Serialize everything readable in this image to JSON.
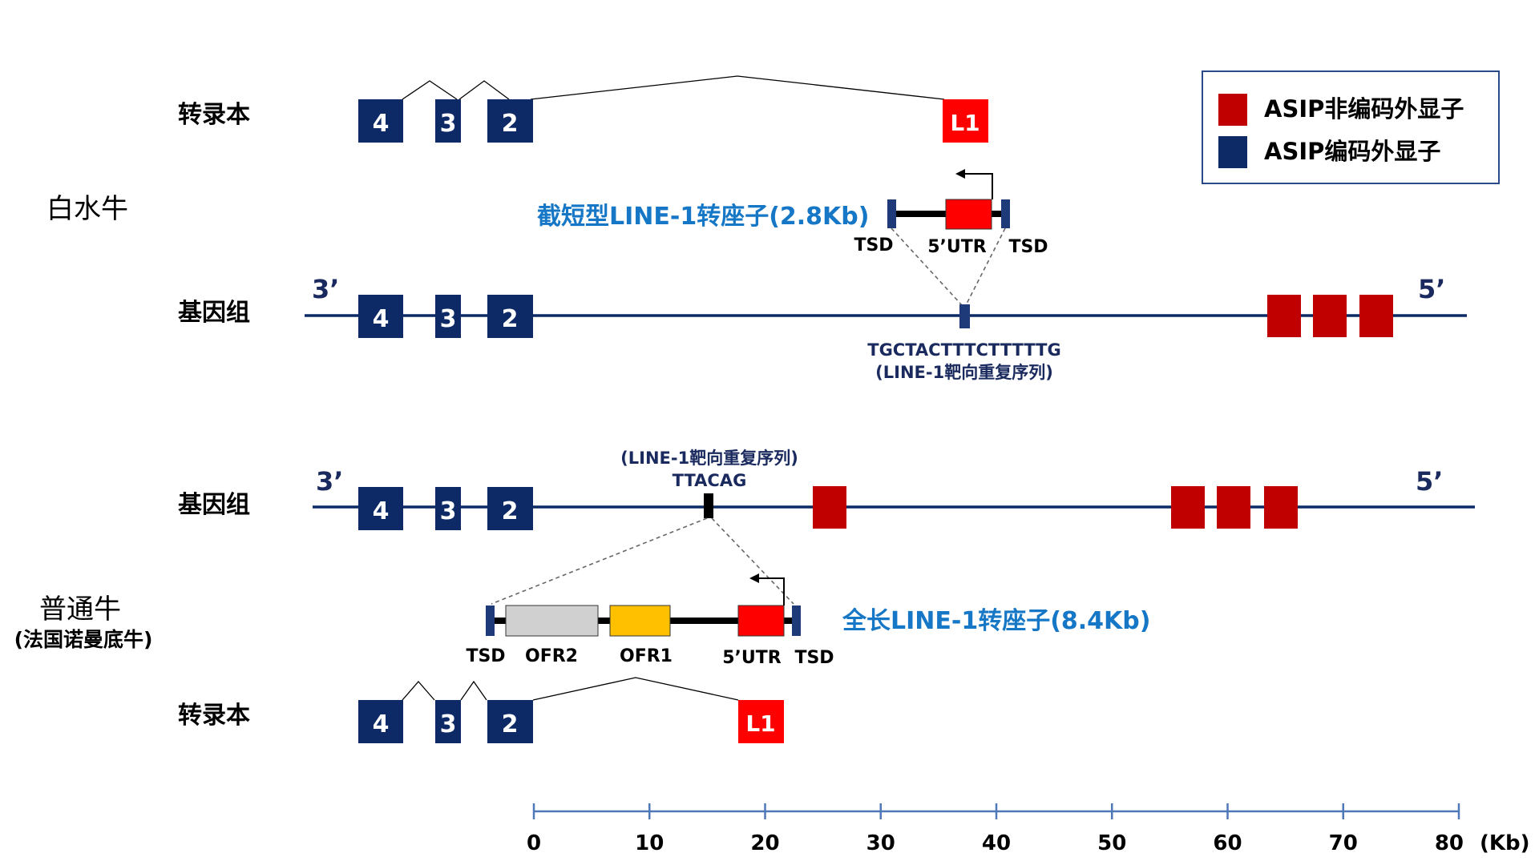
{
  "colors": {
    "coding_exon": "#0d2a66",
    "noncoding_exon": "#c00000",
    "l1_exon": "#ff0000",
    "utr_box": "#ff0000",
    "ofr2_box": "#d0d0d0",
    "ofr1_box": "#ffc000",
    "tsd_box": "#1f3a78",
    "target_site": "#000000",
    "insert_title": "#1677c6",
    "legend_border": "#2b4a8a",
    "scale_axis": "#4f78b8"
  },
  "top": {
    "species_label": "白水牛",
    "transcript_label": "转录本",
    "genome_label": "基因组",
    "exon_numbers": [
      "4",
      "3",
      "2"
    ],
    "l1_label": "L1",
    "insertion": {
      "title": "截短型LINE-1转座子(2.8Kb)",
      "tsd_left": "TSD",
      "utr": "5’UTR",
      "tsd_right": "TSD"
    },
    "target_seq": "TGCTACTTTCTTTTTG",
    "target_note": "(LINE-1靶向重复序列)",
    "end_left": "3’",
    "end_right": "5’"
  },
  "bottom": {
    "species_label": "普通牛",
    "species_sublabel": "(法国诺曼底牛)",
    "genome_label": "基因组",
    "transcript_label": "转录本",
    "exon_numbers": [
      "4",
      "3",
      "2"
    ],
    "l1_label": "L1",
    "target_note": "(LINE-1靶向重复序列)",
    "target_seq": "TTACAG",
    "insertion": {
      "title": "全长LINE-1转座子(8.4Kb)",
      "tsd_left": "TSD",
      "ofr2": "OFR2",
      "ofr1": "OFR1",
      "utr": "5’UTR",
      "tsd_right": "TSD"
    },
    "end_left": "3’",
    "end_right": "5’"
  },
  "legend": {
    "items": [
      {
        "label": "ASIP非编码外显子",
        "color": "#c00000"
      },
      {
        "label": "ASIP编码外显子",
        "color": "#0d2a66"
      }
    ]
  },
  "scale": {
    "ticks": [
      "0",
      "10",
      "20",
      "30",
      "40",
      "50",
      "60",
      "70",
      "80"
    ],
    "unit": "(Kb)"
  }
}
